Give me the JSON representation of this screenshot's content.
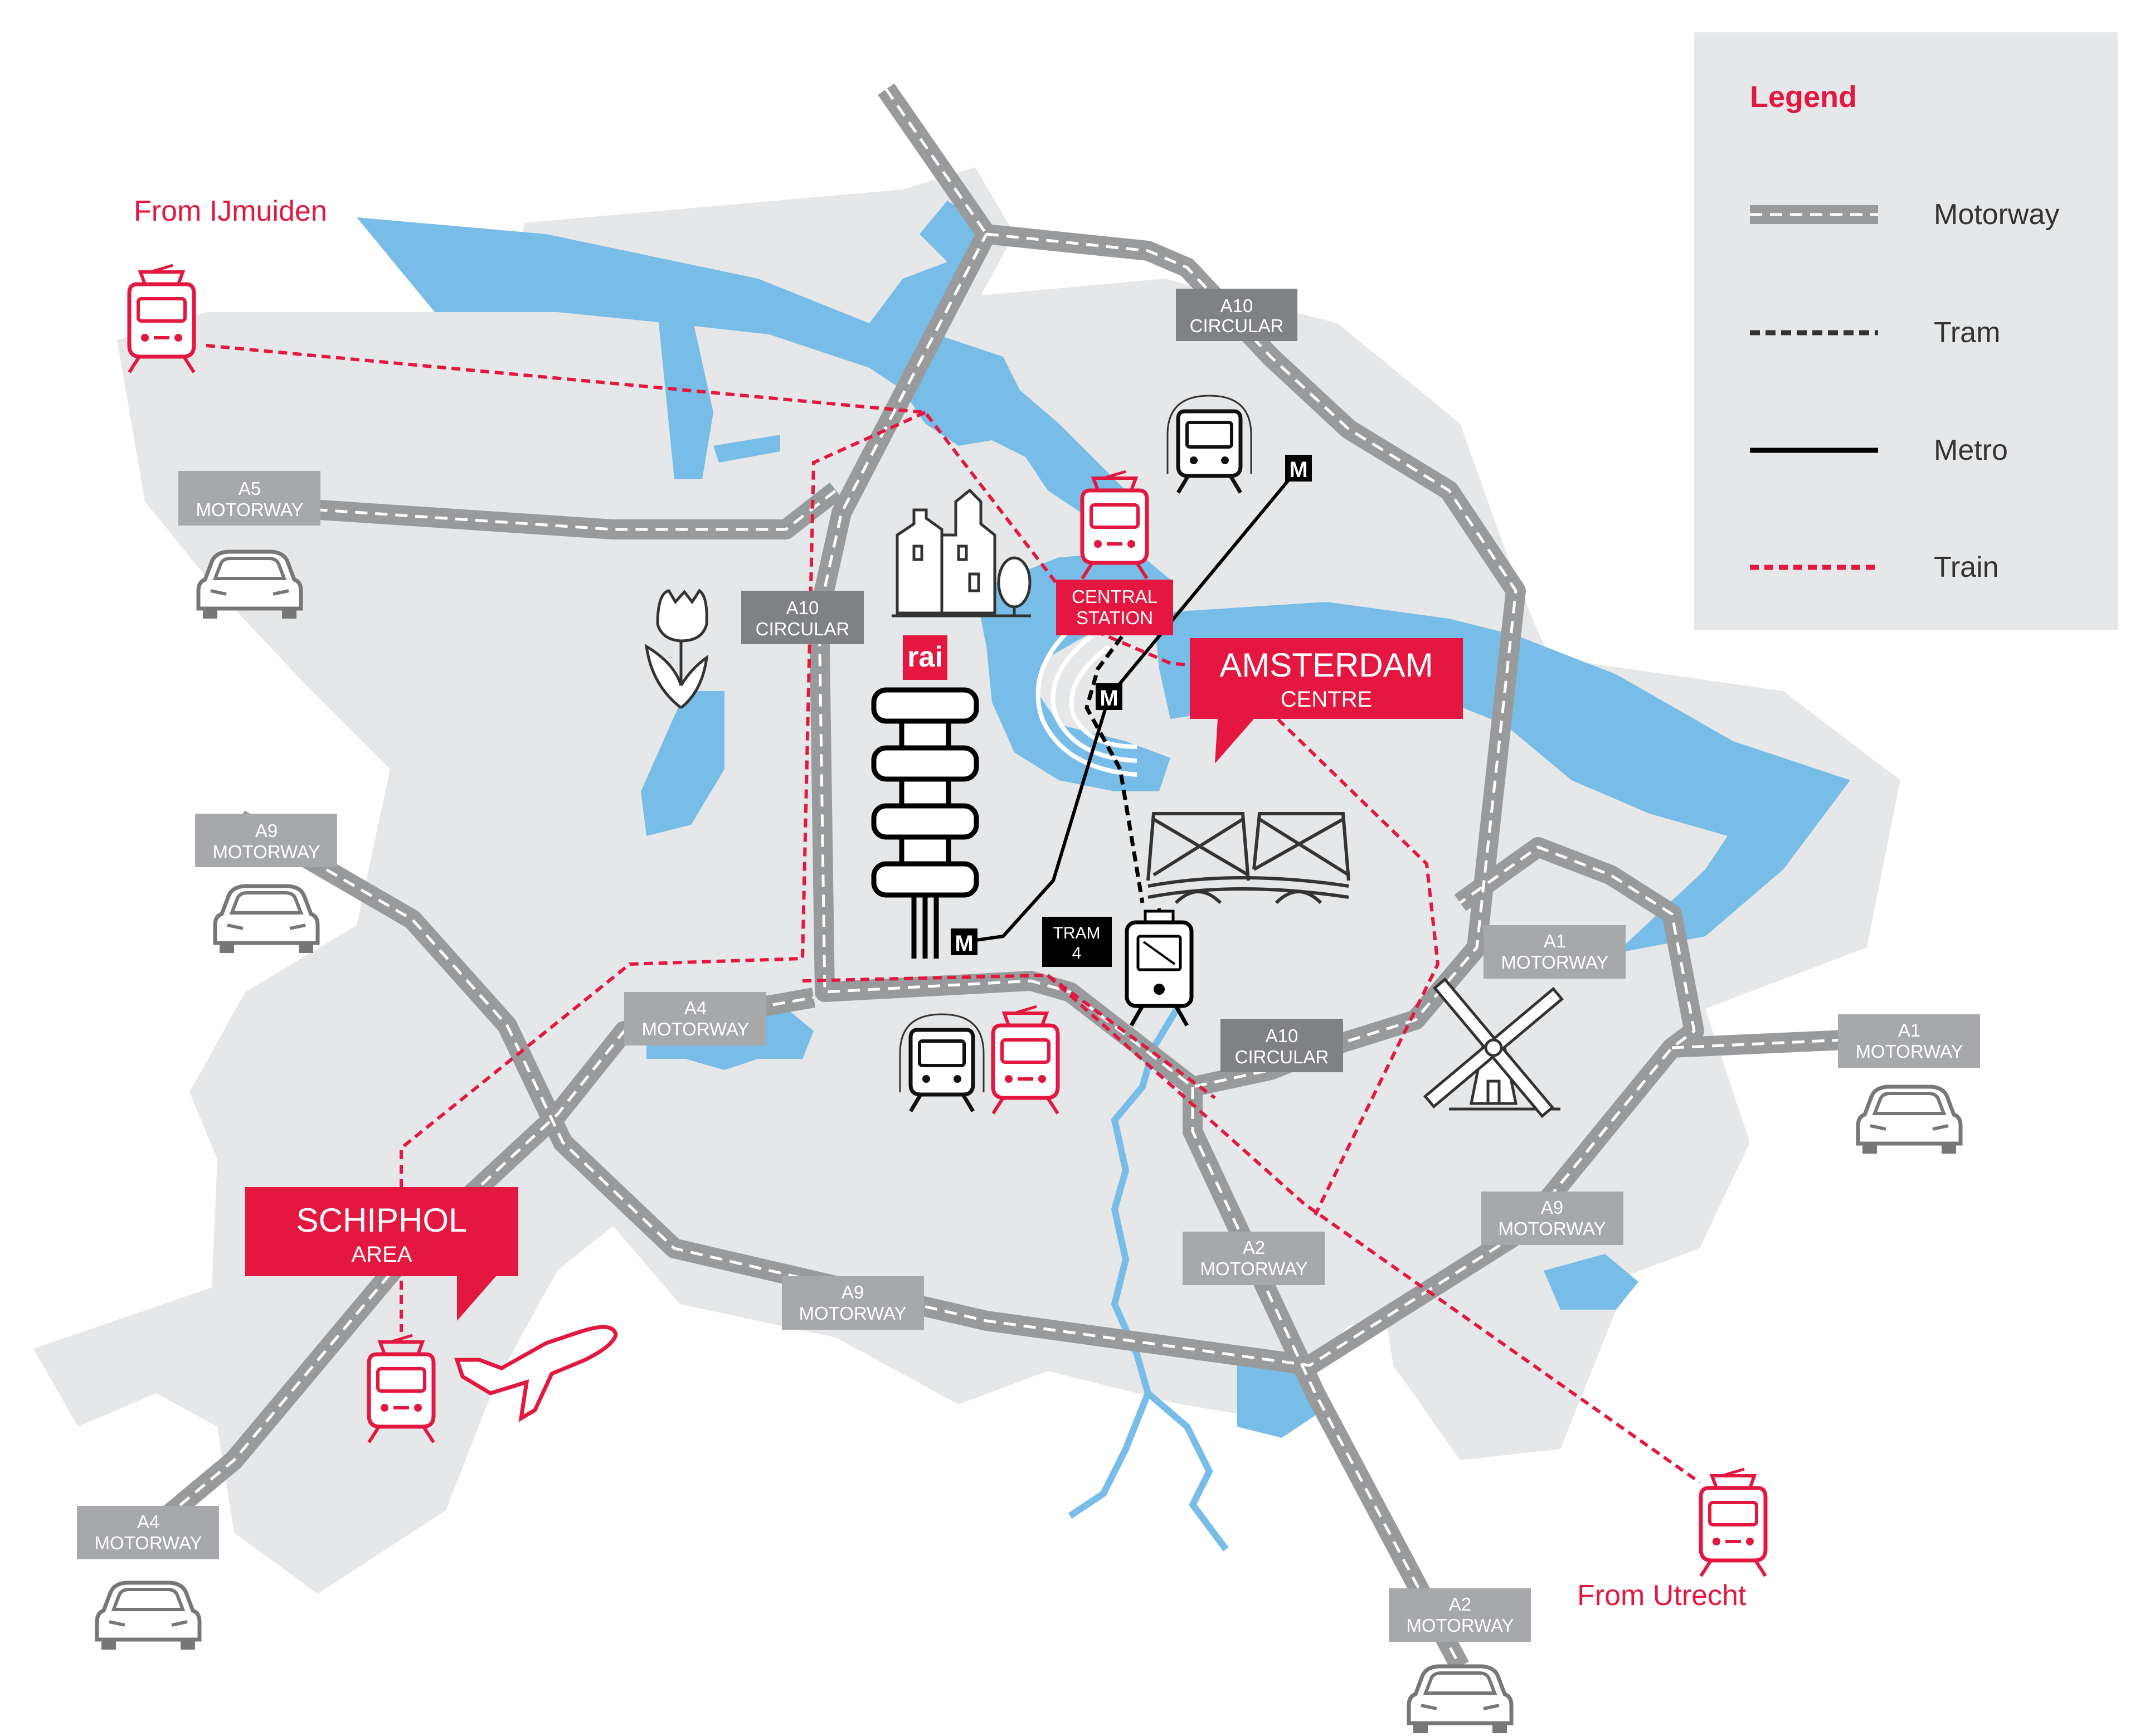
{
  "legend": {
    "title": "Legend",
    "items": [
      {
        "key": "motorway",
        "label": "Motorway"
      },
      {
        "key": "tram",
        "label": "Tram"
      },
      {
        "key": "metro",
        "label": "Metro"
      },
      {
        "key": "train",
        "label": "Train"
      }
    ]
  },
  "places": {
    "amsterdam_line1": "AMSTERDAM",
    "amsterdam_line2": "CENTRE",
    "schiphol_line1": "SCHIPHOL",
    "schiphol_line2": "AREA",
    "central_line1": "CENTRAL",
    "central_line2": "STATION",
    "from_ijmuiden": "From IJmuiden",
    "from_utrecht": "From Utrecht",
    "rai": "rai"
  },
  "tram": {
    "line1": "TRAM",
    "line2": "4"
  },
  "metro_symbol": "M",
  "roads": {
    "a5": [
      "A5",
      "MOTORWAY"
    ],
    "a10_west": [
      "A10",
      "CIRCULAR"
    ],
    "a10_north": [
      "A10",
      "CIRCULAR"
    ],
    "a10_south": [
      "A10",
      "CIRCULAR"
    ],
    "a9_west": [
      "A9",
      "MOTORWAY"
    ],
    "a4_mid": [
      "A4",
      "MOTORWAY"
    ],
    "a4_sw": [
      "A4",
      "MOTORWAY"
    ],
    "a9_south": [
      "A9",
      "MOTORWAY"
    ],
    "a2_mid": [
      "A2",
      "MOTORWAY"
    ],
    "a2_bottom": [
      "A2",
      "MOTORWAY"
    ],
    "a9_east": [
      "A9",
      "MOTORWAY"
    ],
    "a1_mid": [
      "A1",
      "MOTORWAY"
    ],
    "a1_east": [
      "A1",
      "MOTORWAY"
    ]
  },
  "colors": {
    "land": "#e6e7e8",
    "water": "#77bde8",
    "motorway": "#999a9c",
    "motorway_dash": "#ffffff",
    "road_label_bg": "#a6a8ab",
    "ring_label_bg": "#7f8184",
    "accent_red": "#e3173f",
    "metro": "#000000",
    "tram": "#000000",
    "legend_bg": "#e6e7e8"
  },
  "icons": [
    "car-icon",
    "train-icon",
    "metro-train-icon",
    "tram-icon",
    "airplane-icon",
    "tulip-icon",
    "windmill-icon",
    "houses-icon",
    "bridge-icon",
    "rai-tower-icon",
    "metro-station-icon"
  ]
}
